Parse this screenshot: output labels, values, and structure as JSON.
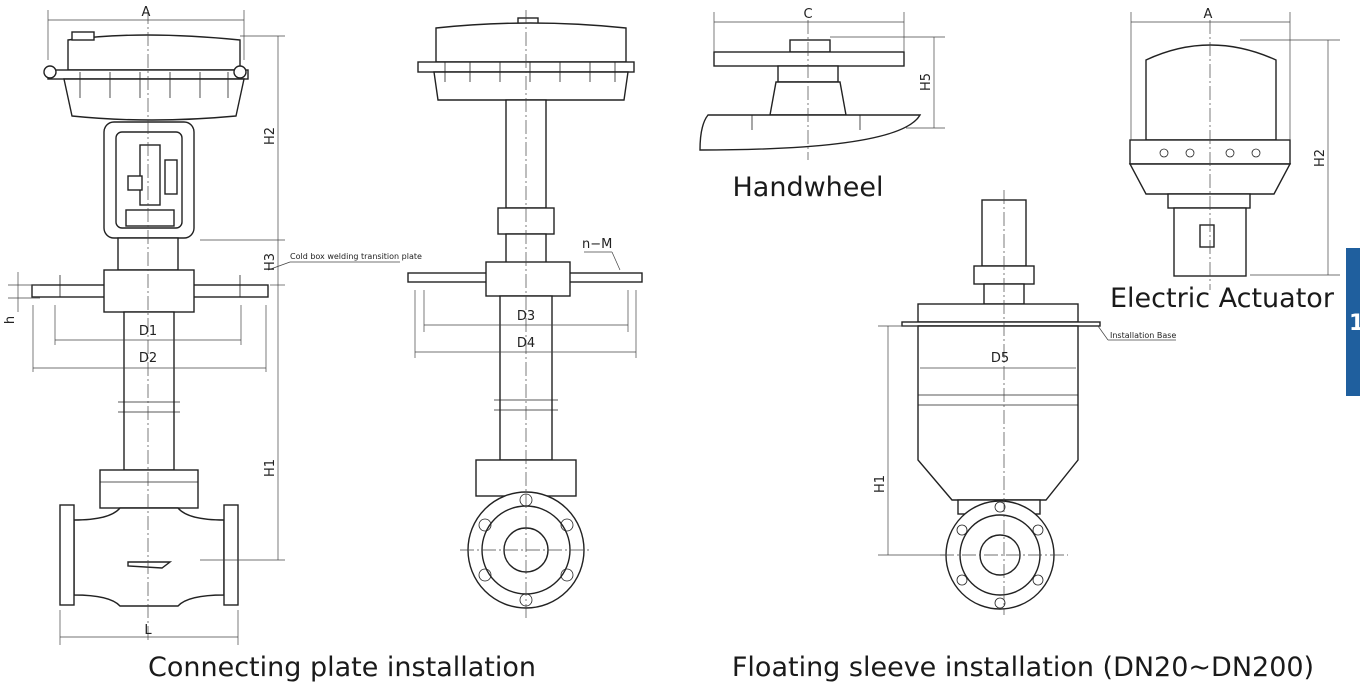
{
  "labels": {
    "A_left": "A",
    "H2_left": "H2",
    "H3": "H3",
    "h": "h",
    "D1": "D1",
    "D2": "D2",
    "H1_left": "H1",
    "L": "L",
    "cold_box_plate": "Cold box welding transition plate",
    "nM": "n−M",
    "D3": "D3",
    "D4": "D4",
    "C": "C",
    "H5": "H5",
    "A_right": "A",
    "H2_right": "H2",
    "installation_base": "Installation Base",
    "D5": "D5",
    "H1_right": "H1"
  },
  "captions": {
    "handwheel": "Handwheel",
    "electric_actuator": "Electric Actuator",
    "connecting_plate": "Connecting plate installation",
    "floating_sleeve": "Floating sleeve installation (DN20~DN200)"
  },
  "tab": {
    "text": "1",
    "color": "#1f5f9e"
  }
}
